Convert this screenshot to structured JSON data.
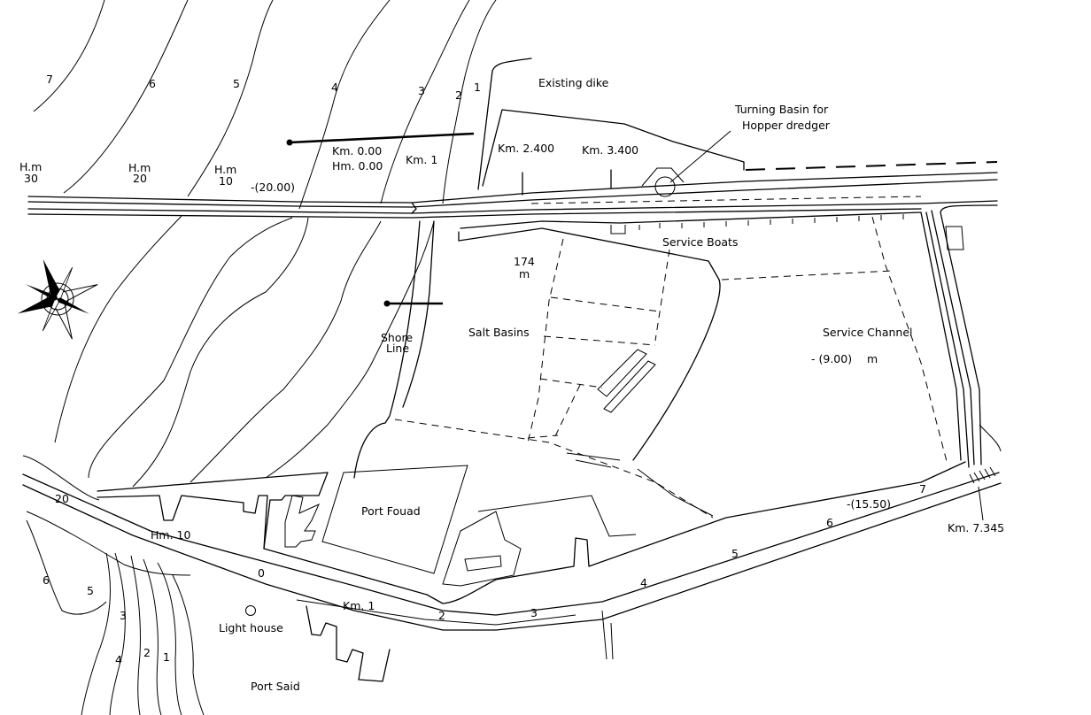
{
  "contours_north": [
    "7",
    "6",
    "5",
    "4",
    "3",
    "2",
    "1"
  ],
  "depth_markers": [
    {
      "line1": "H.m",
      "line2": "30"
    },
    {
      "line1": "H.m",
      "line2": "20"
    },
    {
      "line1": "H.m",
      "line2": "10"
    }
  ],
  "labels": {
    "existing_dike": "Existing dike",
    "turning_basin_1": "Turning Basin for",
    "turning_basin_2": "Hopper dredger",
    "km_000": "Km. 0.00",
    "hm_000": "Hm. 0.00",
    "km_1_channel": "Km. 1",
    "depth_20": "-(20.00)",
    "km_2400": "Km. 2.400",
    "km_3400": "Km. 3.400",
    "service_boats": "Service Boats",
    "salt_174": "174",
    "salt_m": "m",
    "shore_1": "Shore",
    "shore_2": "Line",
    "salt_basins": "Salt Basins",
    "service_channel": "Service Channel",
    "depth_9": "- (9.00)",
    "depth_9_unit": "m",
    "port_fouad": "Port Fouad",
    "depth_1550": "-(15.50)",
    "km_7345": "Km. 7.345",
    "hm_10": "Hm. 10",
    "light_house": "Light house",
    "port_said": "Port  Said",
    "km_1_south": "Km. 1",
    "num_20": "20",
    "num_0": "0"
  },
  "channel_numbers": [
    "2",
    "3",
    "4",
    "5",
    "6",
    "7"
  ],
  "contours_south": [
    "6",
    "5",
    "3",
    "4",
    "2",
    "1"
  ]
}
